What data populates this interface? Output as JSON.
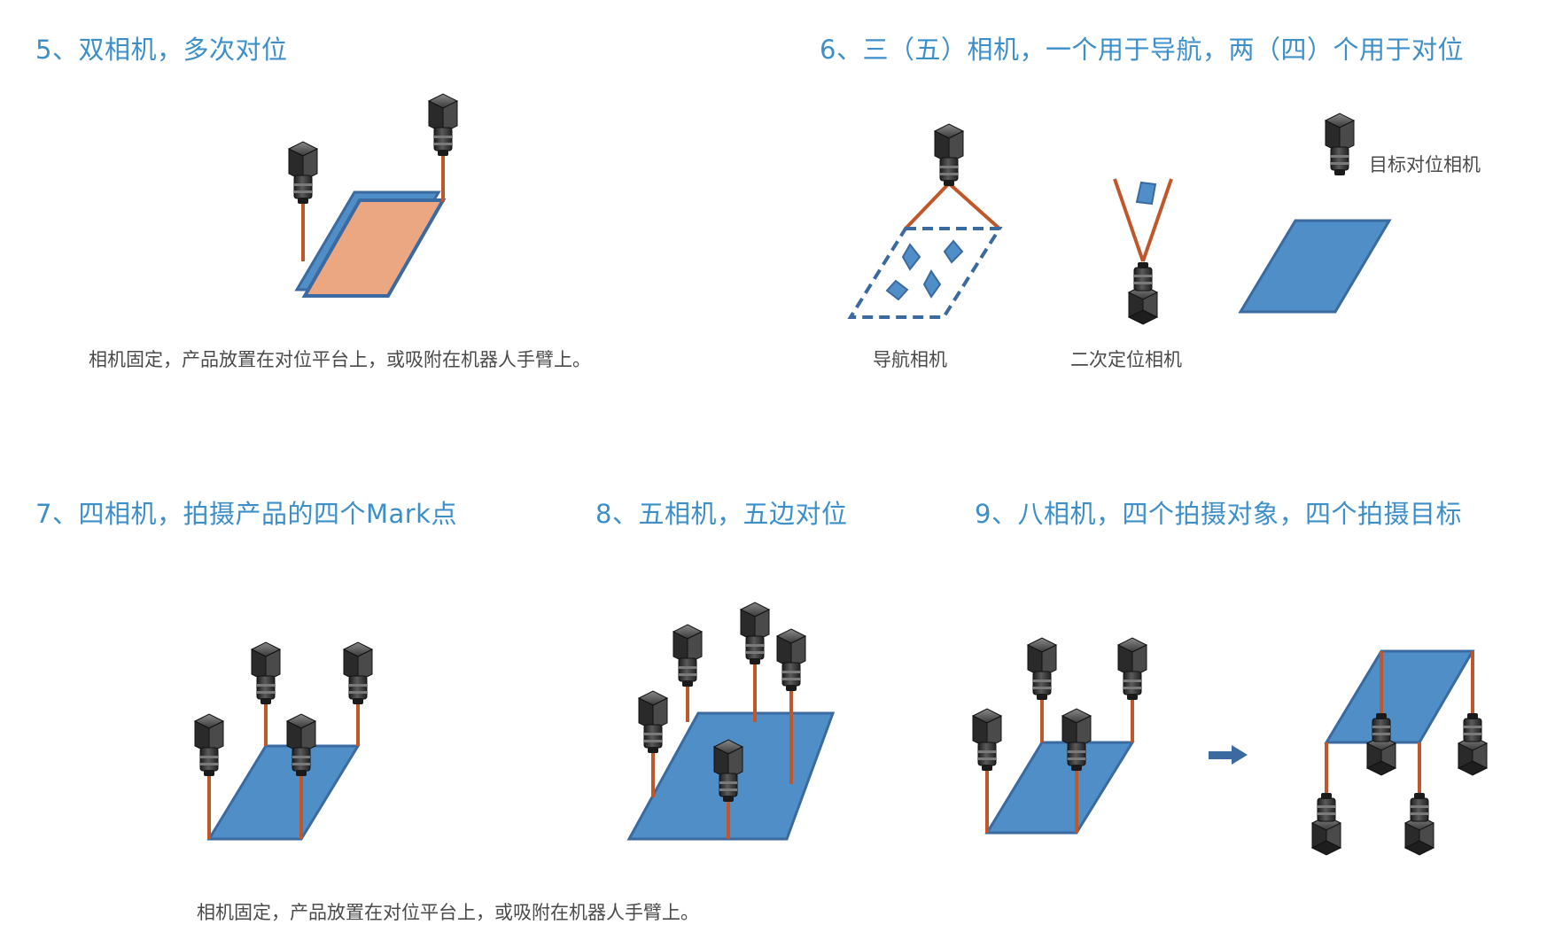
{
  "sections": {
    "s5": {
      "title": "5、双相机，多次对位",
      "caption": "相机固定，产品放置在对位平台上，或吸附在机器人手臂上。"
    },
    "s6": {
      "title": "6、三（五）相机，一个用于导航，两（四）个用于对位",
      "labels": {
        "navigation": "导航相机",
        "secondary": "二次定位相机",
        "target": "目标对位相机"
      }
    },
    "s7": {
      "title": "7、四相机，拍摄产品的四个Mark点"
    },
    "s8": {
      "title": "8、五相机，五边对位"
    },
    "s9": {
      "title": "9、八相机，四个拍摄对象，四个拍摄目标"
    },
    "bottom_caption": "相机固定，产品放置在对位平台上，或吸附在机器人手臂上。"
  },
  "colors": {
    "heading": "#3d8fc9",
    "plate_blue": "#4f8ec6",
    "plate_edge": "#3a6aa0",
    "plate_orange": "#eba782",
    "rod": "#c0572a",
    "camera": "#3b3b3b"
  },
  "icons": [
    "camera-icon",
    "arrow-right-icon",
    "fiducial-mark-icon"
  ]
}
